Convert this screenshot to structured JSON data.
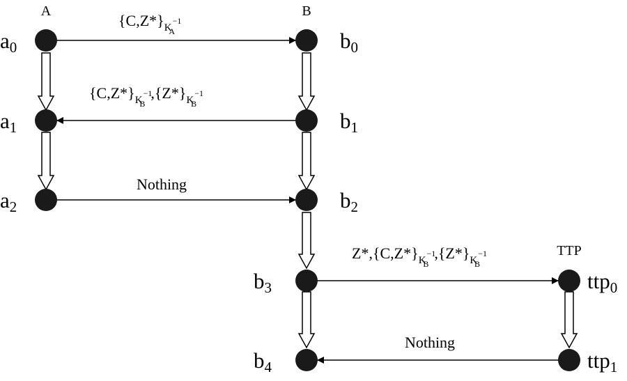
{
  "participants": {
    "a": "A",
    "b": "B",
    "ttp": "TTP"
  },
  "states": {
    "a0": {
      "base": "a",
      "sub": "0"
    },
    "a1": {
      "base": "a",
      "sub": "1"
    },
    "a2": {
      "base": "a",
      "sub": "2"
    },
    "b0": {
      "base": "b",
      "sub": "0"
    },
    "b1": {
      "base": "b",
      "sub": "1"
    },
    "b2": {
      "base": "b",
      "sub": "2"
    },
    "b3": {
      "base": "b",
      "sub": "3"
    },
    "b4": {
      "base": "b",
      "sub": "4"
    },
    "ttp0": {
      "base": "ttp",
      "sub": "0"
    },
    "ttp1": {
      "base": "ttp",
      "sub": "1"
    }
  },
  "messages": {
    "m1": {
      "main": "{C,Z*}",
      "key": "K",
      "key_sub": "A",
      "key_sup": "−1"
    },
    "m2": {
      "part1": "{C,Z*}",
      "key1": "K",
      "key1_sub": "B",
      "key1_sup": "−1",
      "sep": ",",
      "part2": "{Z*}",
      "key2": "K",
      "key2_sub": "B",
      "key2_sup": "−1"
    },
    "m3": {
      "text": "Nothing"
    },
    "m4": {
      "prefix": "Z*,",
      "part1": "{C,Z*}",
      "key1": "K",
      "key1_sub": "B",
      "key1_sup": "−1",
      "sep": ",",
      "part2": "{Z*}",
      "key2": "K",
      "key2_sub": "B",
      "key2_sup": "−1"
    },
    "m5": {
      "text": "Nothing"
    }
  }
}
